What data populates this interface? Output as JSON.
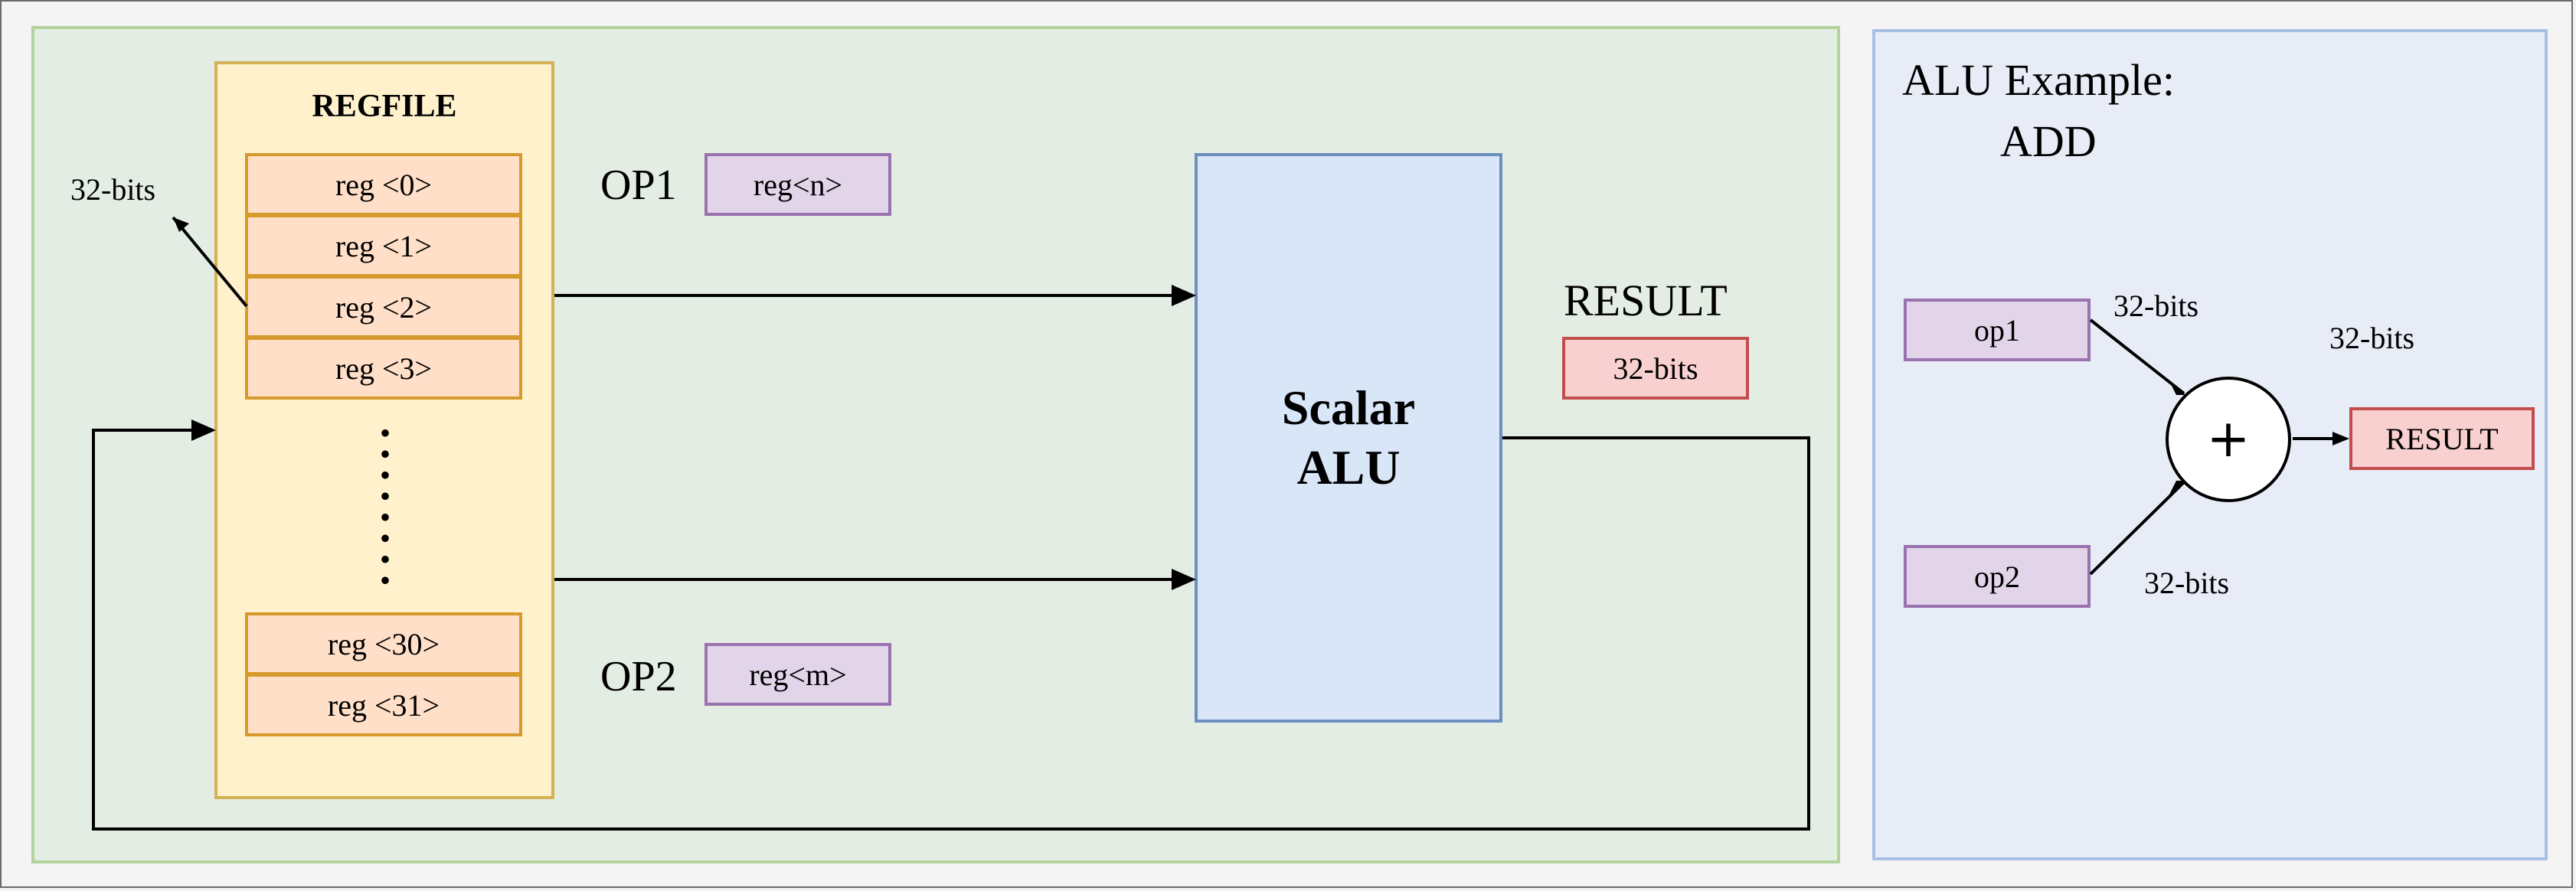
{
  "regfile": {
    "title": "REGFILE",
    "width_label": "32-bits",
    "registers_top": [
      "reg <0>",
      "reg <1>",
      "reg <2>",
      "reg <3>"
    ],
    "registers_bottom": [
      "reg <30>",
      "reg <31>"
    ]
  },
  "operands": {
    "op1_label": "OP1",
    "op1_value": "reg<n>",
    "op2_label": "OP2",
    "op2_value": "reg<m>"
  },
  "alu": {
    "line1": "Scalar",
    "line2": "ALU"
  },
  "result": {
    "label": "RESULT",
    "value": "32-bits"
  },
  "example": {
    "title_line1": "ALU Example:",
    "title_line2": "ADD",
    "op1": "op1",
    "op2": "op2",
    "op1_width": "32-bits",
    "op2_width": "32-bits",
    "result_width": "32-bits",
    "operator_symbol": "+",
    "result": "RESULT"
  },
  "colors": {
    "main_panel": "#e4ede3",
    "side_panel": "#e7ecf6",
    "regfile": "#fff1cc",
    "register": "#ffdfc8",
    "operand": "#e2d5e9",
    "result": "#f8d0d0",
    "alu": "#d8e6f8"
  }
}
